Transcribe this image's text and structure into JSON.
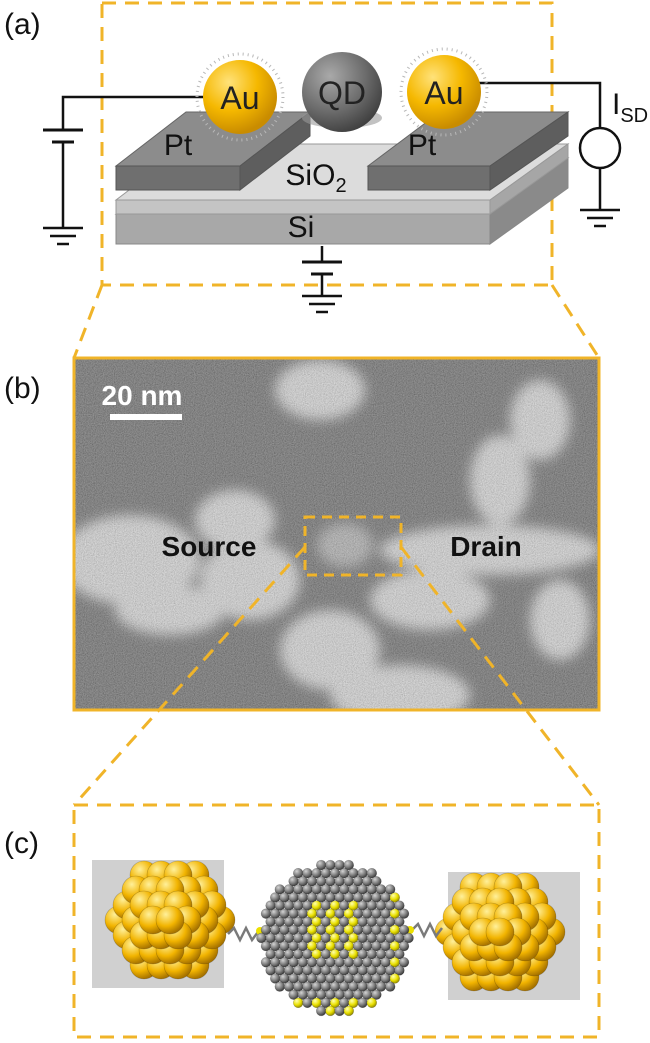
{
  "panels": {
    "a": {
      "label": "(a)",
      "electrodes": [
        "Pt",
        "Pt"
      ],
      "nanoparticles": [
        "Au",
        "Au"
      ],
      "dot": "QD",
      "oxide": {
        "base": "SiO",
        "sub": "2"
      },
      "substrate": "Si",
      "current": {
        "base": "I",
        "sub": "SD"
      }
    },
    "b": {
      "label": "(b)",
      "scalebar": "20 nm",
      "source": "Source",
      "drain": "Drain"
    },
    "c": {
      "label": "(c)"
    }
  },
  "colors": {
    "frame_dash": "#f0b429",
    "gold": "#f5b800",
    "gold_dark": "#c98c00",
    "pt": "#7c7c7c",
    "sio2": "#c8c8c8",
    "si": "#a8a8a8",
    "qd": "#6e6e6e",
    "stm_bg": "#3c3c3c"
  }
}
